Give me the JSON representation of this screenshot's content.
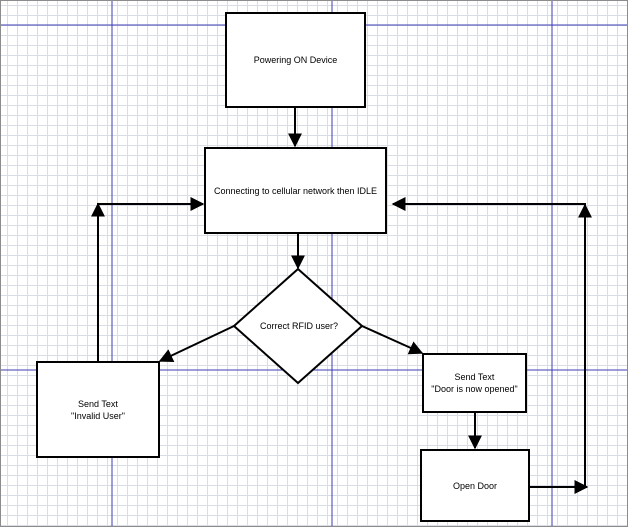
{
  "colors": {
    "guide_line": "#3c3cb4",
    "grid_line": "#d9dde6",
    "stroke": "#000000",
    "node_fill": "#ffffff"
  },
  "nodes": {
    "power_on": "Powering ON Device",
    "connect": "Connecting to cellular network then IDLE",
    "decision": "Correct RFID user?",
    "send_invalid": "Send Text\n\"Invalid User\"",
    "send_opened": "Send Text\n\"Door is now opened\"",
    "open_door": "Open Door"
  }
}
